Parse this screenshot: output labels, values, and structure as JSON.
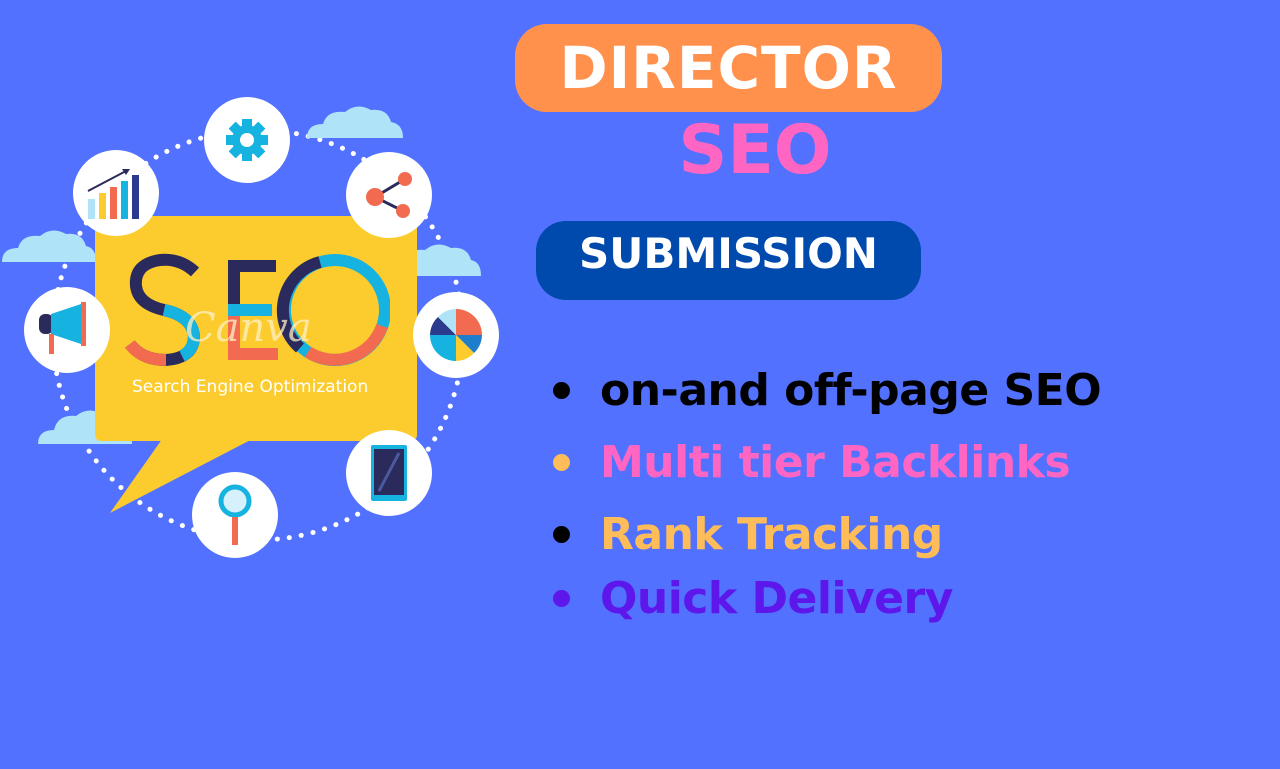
{
  "header": {
    "badge_top": "DIRECTOR",
    "title": "SEO",
    "badge_bottom": "SUBMISSION"
  },
  "illustration": {
    "title": "SEO",
    "subtitle": "Search Engine Optimization",
    "watermark": "Canva",
    "icons": [
      "gear-icon",
      "share-icon",
      "pie-chart-icon",
      "tablet-icon",
      "magnifier-icon",
      "megaphone-icon",
      "bar-chart-icon"
    ]
  },
  "features": [
    {
      "text": "on-and off-page SEO",
      "text_color": "#000000",
      "bullet_color": "#000000"
    },
    {
      "text": "Multi tier Backlinks",
      "text_color": "#ff66c4",
      "bullet_color": "#ffbd59"
    },
    {
      "text": "Rank Tracking",
      "text_color": "#ffbd59",
      "bullet_color": "#000000"
    },
    {
      "text": "Quick Delivery",
      "text_color": "#5e17eb",
      "bullet_color": "#5e17eb"
    }
  ],
  "colors": {
    "background": "#5271ff",
    "orange_pill": "#ff914d",
    "blue_pill": "#004aad",
    "seo_pink": "#ff66c4",
    "speech_yellow": "#fccc2e"
  }
}
